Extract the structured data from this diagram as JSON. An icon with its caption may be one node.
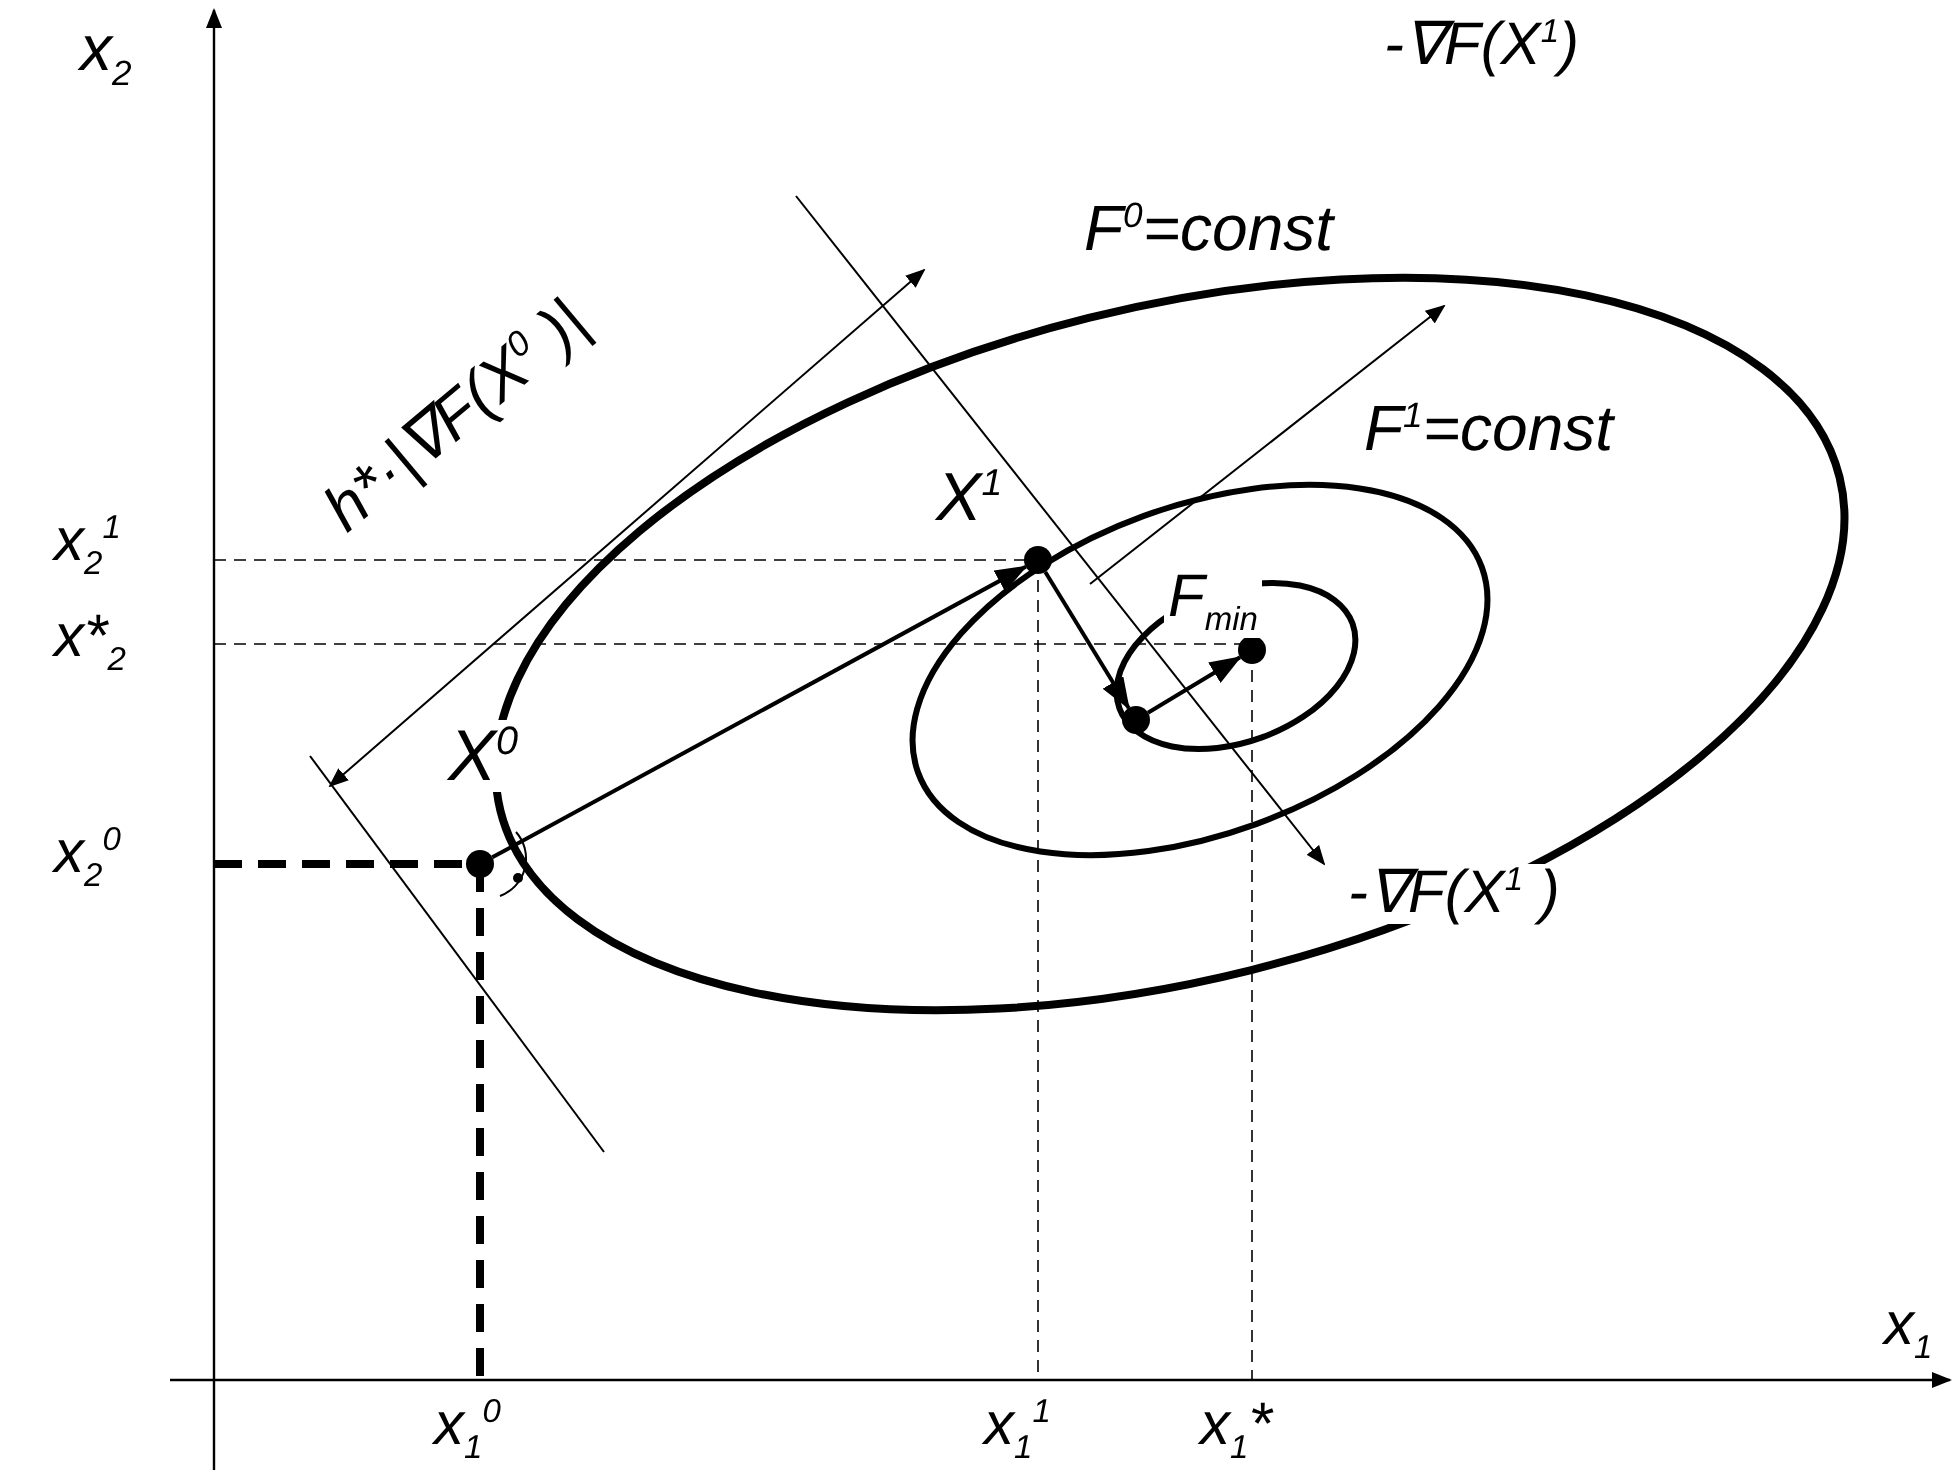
{
  "diagram": {
    "nodes": [
      {
        "text": [],
        "shape": "circle",
        "beside": [
          "X$^{0}$"
        ]
      },
      {
        "text": [],
        "shape": "circle",
        "beside": [
          "X$^{1}$"
        ]
      },
      {
        "text": [],
        "shape": "circle"
      },
      {
        "text": [],
        "shape": "circle",
        "beside": [
          "F$_{min}$"
        ]
      }
    ],
    "edges": [
      {
        "from": 0,
        "to": 1,
        "arrow": "to"
      },
      {
        "from": 1,
        "to": 2,
        "arrow": "to"
      },
      {
        "from": 2,
        "to": 3,
        "arrow": "to"
      }
    ],
    "labels": [
      "x$_{2}$",
      "-∇F(X$^{1}$)",
      "F$^{0}$=const",
      "h*·|∇F(X$^{0}$ )|",
      "F$^{1}$=const",
      "x$_{2}$$^{1}$",
      "x*$_{2}$",
      "x$_{2}$$^{0}$",
      "-∇F(X$^{1}$ )",
      "x$_{1}$",
      "x$_{1}$$^{0}$",
      "x$_{1}$$^{1}$",
      "x$_{1}$*"
    ]
  }
}
